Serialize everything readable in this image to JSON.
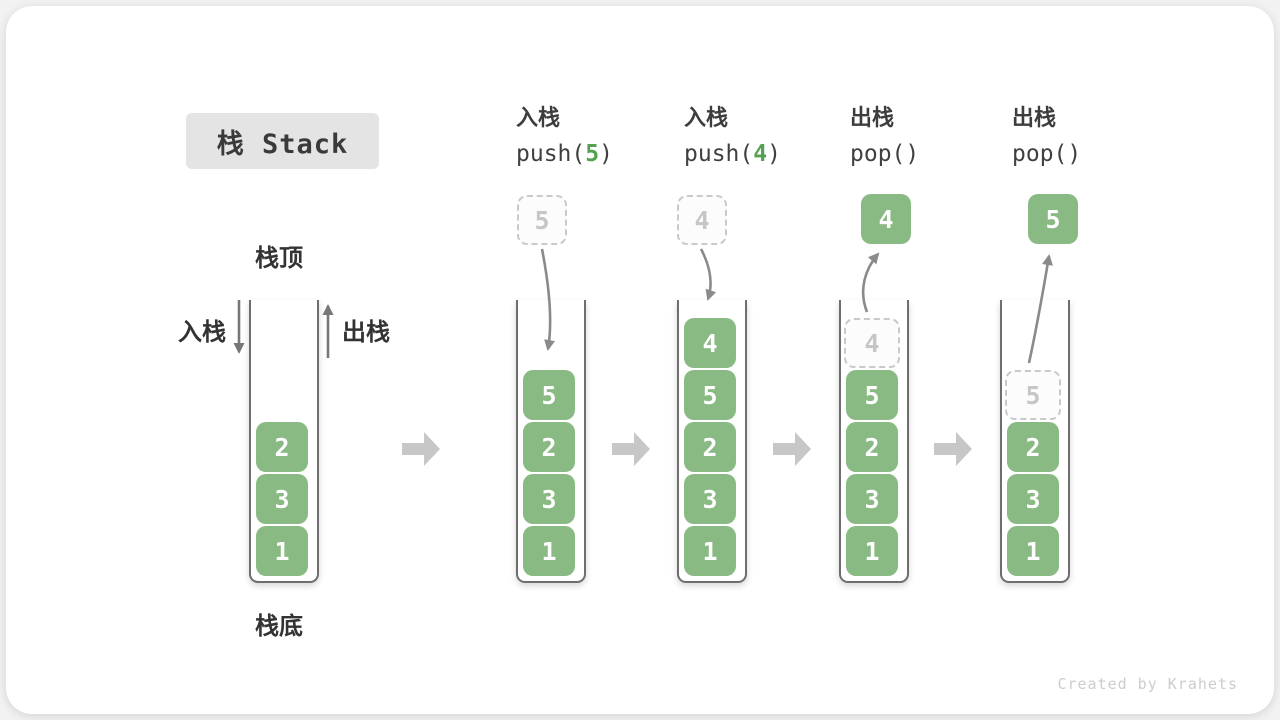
{
  "title": {
    "text": "栈 Stack"
  },
  "labels": {
    "stack_top": "栈顶",
    "stack_bottom": "栈底",
    "push_side": "入栈",
    "pop_side": "出栈"
  },
  "operations": [
    {
      "name": "入栈",
      "code_open": "push(",
      "code_arg": "5",
      "code_close": ")"
    },
    {
      "name": "入栈",
      "code_open": "push(",
      "code_arg": "4",
      "code_close": ")"
    },
    {
      "name": "出栈",
      "code_open": "pop(",
      "code_arg": "",
      "code_close": ")"
    },
    {
      "name": "出栈",
      "code_open": "pop(",
      "code_arg": "",
      "code_close": ")"
    }
  ],
  "stacks": [
    {
      "cells": [
        {
          "slot": 3,
          "value": "2",
          "type": "solid"
        },
        {
          "slot": 4,
          "value": "3",
          "type": "solid"
        },
        {
          "slot": 5,
          "value": "1",
          "type": "solid"
        }
      ]
    },
    {
      "cells": [
        {
          "slot": 2,
          "value": "5",
          "type": "solid"
        },
        {
          "slot": 3,
          "value": "2",
          "type": "solid"
        },
        {
          "slot": 4,
          "value": "3",
          "type": "solid"
        },
        {
          "slot": 5,
          "value": "1",
          "type": "solid"
        }
      ]
    },
    {
      "cells": [
        {
          "slot": 1,
          "value": "4",
          "type": "solid"
        },
        {
          "slot": 2,
          "value": "5",
          "type": "solid"
        },
        {
          "slot": 3,
          "value": "2",
          "type": "solid"
        },
        {
          "slot": 4,
          "value": "3",
          "type": "solid"
        },
        {
          "slot": 5,
          "value": "1",
          "type": "solid"
        }
      ]
    },
    {
      "cells": [
        {
          "slot": 1,
          "value": "4",
          "type": "ghost"
        },
        {
          "slot": 2,
          "value": "5",
          "type": "solid"
        },
        {
          "slot": 3,
          "value": "2",
          "type": "solid"
        },
        {
          "slot": 4,
          "value": "3",
          "type": "solid"
        },
        {
          "slot": 5,
          "value": "1",
          "type": "solid"
        }
      ]
    },
    {
      "cells": [
        {
          "slot": 2,
          "value": "5",
          "type": "ghost"
        },
        {
          "slot": 3,
          "value": "2",
          "type": "solid"
        },
        {
          "slot": 4,
          "value": "3",
          "type": "solid"
        },
        {
          "slot": 5,
          "value": "1",
          "type": "solid"
        }
      ]
    }
  ],
  "floating_boxes": [
    {
      "value": "5",
      "type": "ghost"
    },
    {
      "value": "4",
      "type": "ghost"
    },
    {
      "value": "4",
      "type": "solid"
    },
    {
      "value": "5",
      "type": "solid"
    }
  ],
  "watermark": "Created by Krahets",
  "colors": {
    "element_green": "#8aba83",
    "code_arg_green": "#55a152",
    "ghost_gray": "#c9c9c9",
    "wall_gray": "#6e6e6e",
    "curve_arrow_gray": "#8a8a8a",
    "block_arrow_gray": "#c7c7c7"
  }
}
